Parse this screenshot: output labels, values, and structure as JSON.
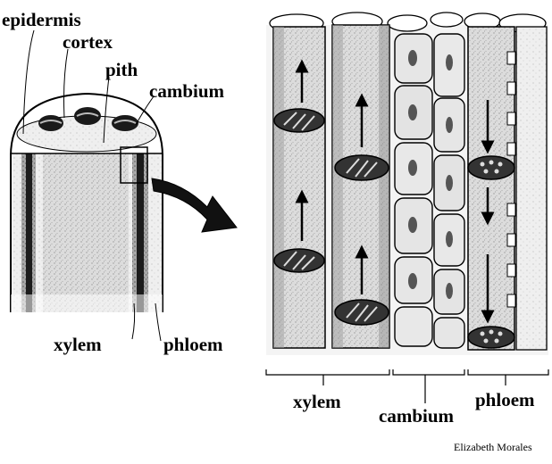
{
  "labels": {
    "epidermis": "epidermis",
    "cortex": "cortex",
    "pith": "pith",
    "cambium_top": "cambium",
    "xylem_left": "xylem",
    "phloem_left": "phloem",
    "xylem_bottom": "xylem",
    "cambium_bottom": "cambium",
    "phloem_bottom": "phloem"
  },
  "credit": "Elizabeth Morales"
}
